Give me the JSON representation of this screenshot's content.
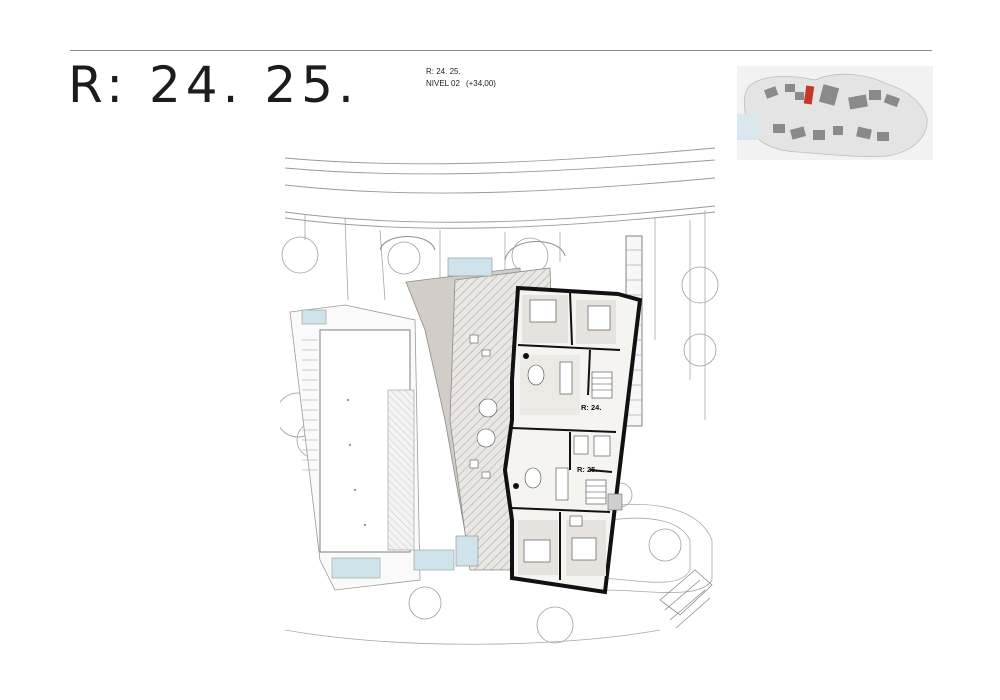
{
  "header": {
    "title": "R: 24. 25.",
    "subtitle": "R: 24. 25.",
    "level": "NIVEL 02",
    "elevation": "(+34,00)"
  },
  "plan": {
    "unit_labels": [
      "R: 24.",
      "R: 25."
    ]
  },
  "colors": {
    "highlight": "#c0392b",
    "wall": "#111111",
    "terrace": "#d2cdc6",
    "interior": "#f6f4f1",
    "water": "#cfe3ea"
  }
}
